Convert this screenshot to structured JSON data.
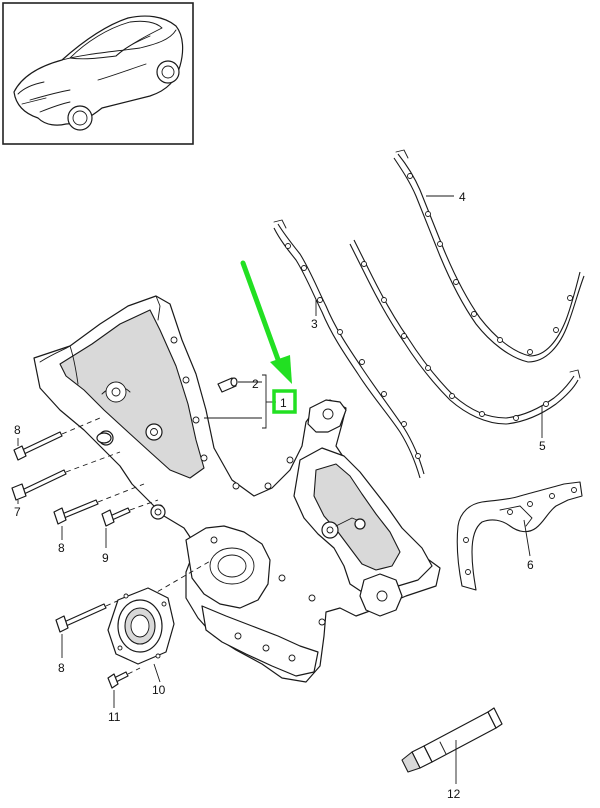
{
  "callouts": {
    "c1": "1",
    "c2": "2",
    "c3": "3",
    "c4": "4",
    "c5": "5",
    "c6": "6",
    "c7": "7",
    "c8a": "8",
    "c8b": "8",
    "c8c": "8",
    "c9": "9",
    "c10": "10",
    "c11": "11",
    "c12": "12"
  },
  "highlight": {
    "color": "#22e022",
    "target_callout": "1"
  }
}
